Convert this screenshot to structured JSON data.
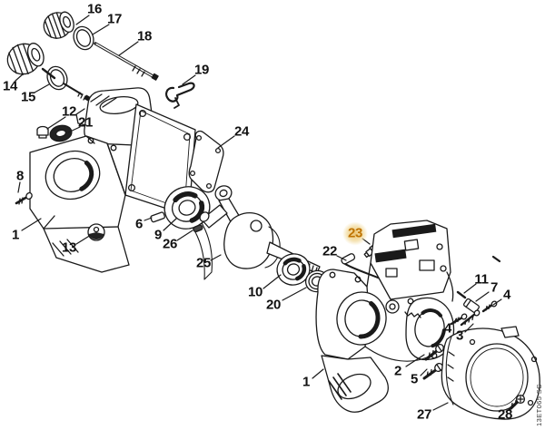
{
  "diagram": {
    "drawing_code": "13ET065 SC",
    "highlighted_callout": "23",
    "colors": {
      "line": "#1a1a1a",
      "background": "#ffffff",
      "highlight_text": "#bf7300",
      "highlight_badge": "#ecc574"
    },
    "callouts": [
      {
        "number": "16"
      },
      {
        "number": "17"
      },
      {
        "number": "18"
      },
      {
        "number": "19"
      },
      {
        "number": "14"
      },
      {
        "number": "15"
      },
      {
        "number": "12"
      },
      {
        "number": "21"
      },
      {
        "number": "24"
      },
      {
        "number": "8"
      },
      {
        "number": "1"
      },
      {
        "number": "13"
      },
      {
        "number": "6"
      },
      {
        "number": "9"
      },
      {
        "number": "26"
      },
      {
        "number": "25"
      },
      {
        "number": "10"
      },
      {
        "number": "20"
      },
      {
        "number": "22"
      },
      {
        "number": "23",
        "highlighted": true
      },
      {
        "number": "11"
      },
      {
        "number": "7"
      },
      {
        "number": "4"
      },
      {
        "number": "4"
      },
      {
        "number": "3"
      },
      {
        "number": "2"
      },
      {
        "number": "5"
      },
      {
        "number": "1"
      },
      {
        "number": "27"
      },
      {
        "number": "28"
      }
    ]
  }
}
